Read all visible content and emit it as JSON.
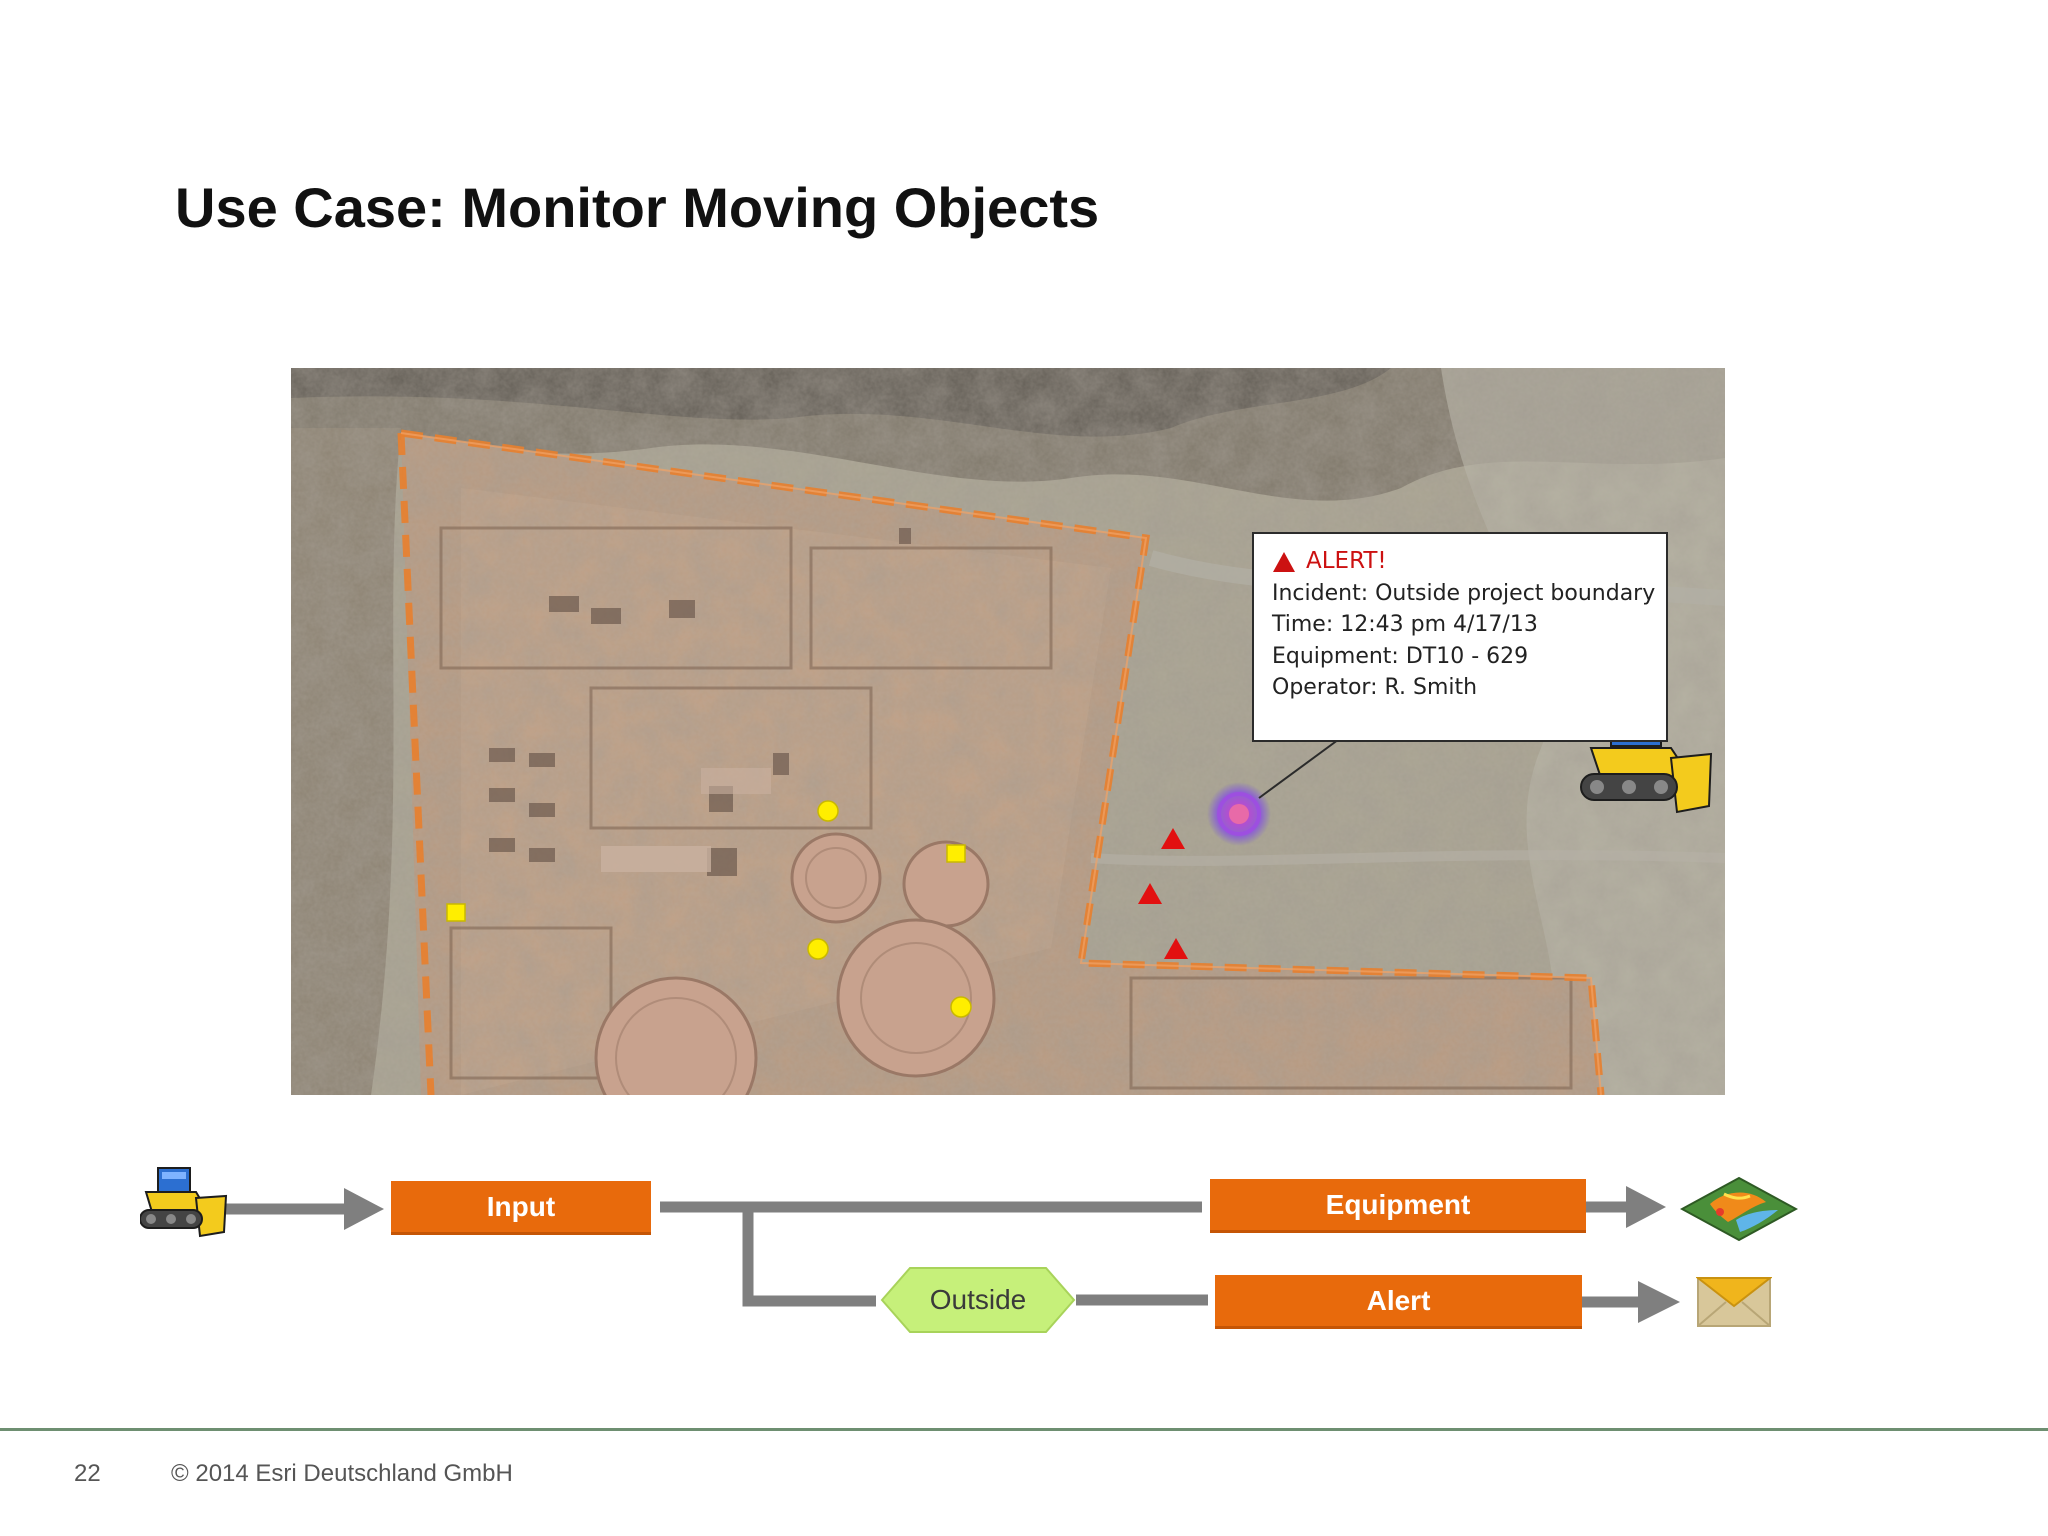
{
  "slide": {
    "title": "Use Case: Monitor Moving Objects",
    "page_number": "22",
    "copyright": "© 2014 Esri Deutschland GmbH"
  },
  "map": {
    "alert": {
      "heading": "ALERT!",
      "incident": "Incident: Outside project boundary",
      "time": "Time: 12:43 pm 4/17/13",
      "equipment": "Equipment: DT10 - 629",
      "operator": "Operator: R. Smith"
    }
  },
  "flow": {
    "input_label": "Input",
    "equipment_label": "Equipment",
    "outside_label": "Outside",
    "alert_label": "Alert",
    "icons": [
      "bulldozer-icon",
      "map-layer-icon",
      "email-envelope-icon"
    ]
  },
  "colors": {
    "process_box": "#e86a0c",
    "filter_hex": "#c6f07a",
    "connector": "#7f7f7f",
    "boundary": "#e8802e",
    "alert_red": "#cc1111",
    "footer_rule": "#6e8f71"
  }
}
